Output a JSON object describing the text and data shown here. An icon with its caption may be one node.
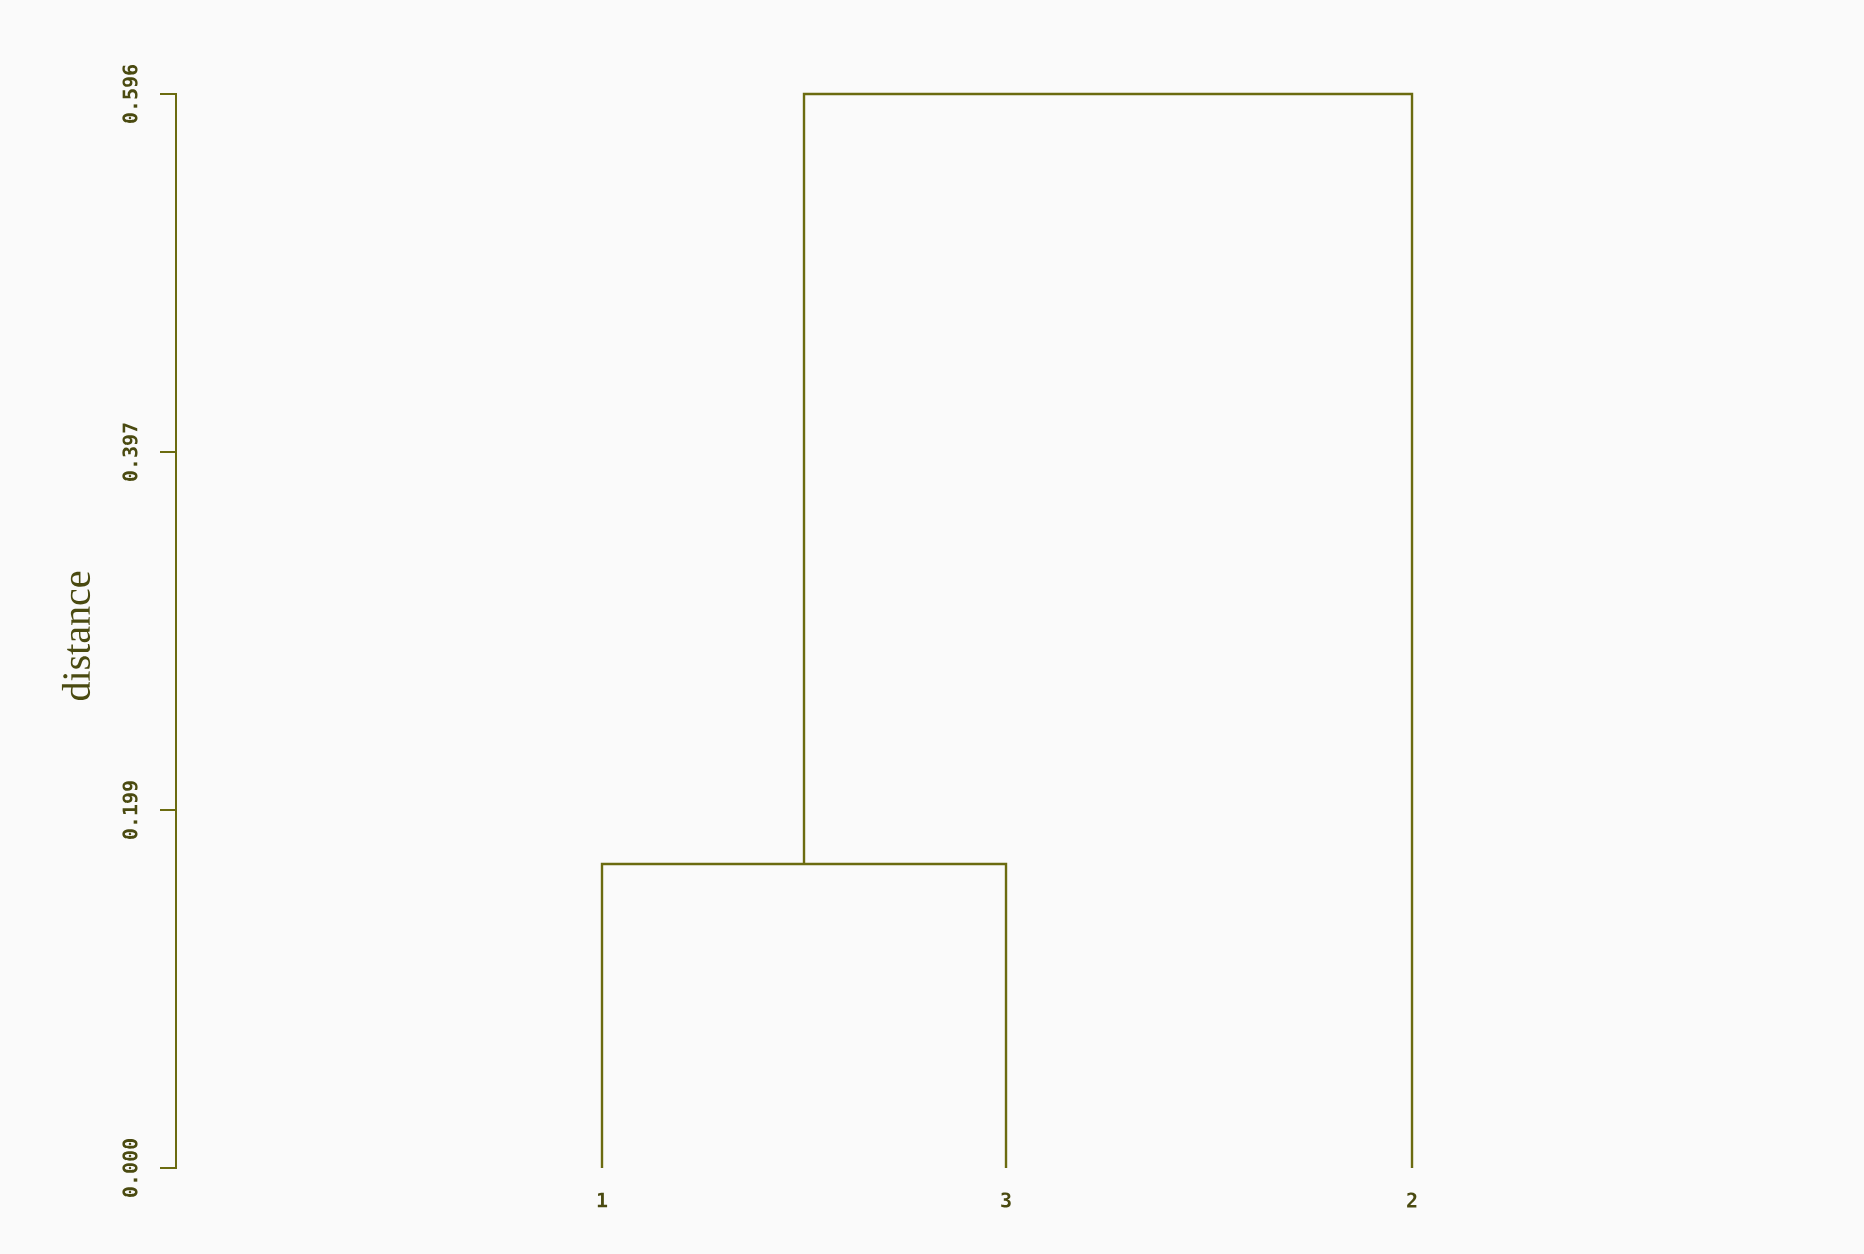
{
  "diagram": {
    "labels": [
      "0.596",
      "0.397",
      "distance",
      "0.199",
      "0.000",
      "1",
      "3",
      "2"
    ]
  }
}
